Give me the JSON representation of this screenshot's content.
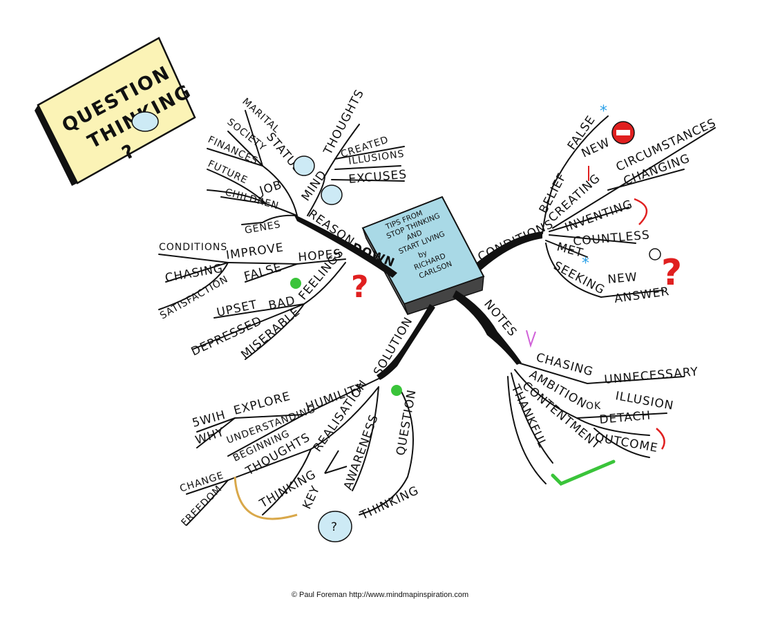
{
  "title": {
    "line1": "QUESTION",
    "line2": "THINKING",
    "line3": "?"
  },
  "book": {
    "l1": "TIPS FROM",
    "l2": "STOP THINKING",
    "l3": "AND",
    "l4": "START LIVING",
    "l5": "by",
    "l6": "RICHARD",
    "l7": "CARLSON"
  },
  "branches": {
    "down": {
      "main": "DOWN",
      "reason": "REASON",
      "status": "STATUS",
      "marital": "MARITAL",
      "society": "SOCIETY",
      "job": "JOB",
      "finances": "FINANCES",
      "future": "FUTURE",
      "children": "CHILDREN",
      "genes": "GENES",
      "mind": "MIND",
      "thoughts": "THOUGHTS",
      "created": "CREATED",
      "illusions": "ILLUSIONS",
      "excuses": "EXCUSES",
      "hopes": "HOPES",
      "improve": "IMPROVE",
      "conditions": "CONDITIONS",
      "chasing": "CHASING",
      "false": "FALSE",
      "satisfaction": "SATISFACTION",
      "feelings": "FEELINGS",
      "bad": "BAD",
      "upset": "UPSET",
      "depressed": "DEPRESSED",
      "miserable": "MISERABLE"
    },
    "conditions": {
      "main": "CONDITIONS",
      "belief": "BELIEF",
      "false": "FALSE",
      "new": "NEW",
      "creating": "CREATING",
      "circumstances": "CIRCUMSTANCES",
      "changing": "CHANGING",
      "inventing": "INVENTING",
      "countless": "COUNTLESS",
      "met": "MET",
      "seeking": "SEEKING",
      "new2": "NEW",
      "answer": "ANSWER"
    },
    "notes": {
      "main": "NOTES",
      "chasing": "CHASING",
      "unnecessary": "UNNECESSARY",
      "ambition": "AMBITION",
      "illusion": "ILLUSION",
      "ok": "OK",
      "detach": "DETACH",
      "contentment": "CONTENTMENT",
      "outcome": "OUTCOME",
      "thankful": "THANKFUL"
    },
    "solution": {
      "main": "SOLUTION",
      "humility": "HUMILITY",
      "explore": "EXPLORE",
      "swih": "5WIH",
      "why": "WHY",
      "understanding": "UNDERSTANDING",
      "beginning": "BEGINNING",
      "realisation": "REALISATION",
      "thoughts": "THOUGHTS",
      "change": "CHANGE",
      "freedom": "FREEDOM",
      "thinking": "THINKING",
      "key": "KEY",
      "awareness": "AWARENESS",
      "question": "QUESTION",
      "thinking2": "THINKING"
    }
  },
  "credit": "© Paul Foreman http://www.mindmapinspiration.com",
  "colors": {
    "note_paper": "#fbf3b6",
    "book_cover": "#a9d9e6",
    "cloud": "#cdeaf5",
    "red": "#e02020",
    "green": "#3ac43a",
    "magenta": "#d060d8",
    "sky": "#2aa0e8",
    "gold": "#d9a84a"
  }
}
